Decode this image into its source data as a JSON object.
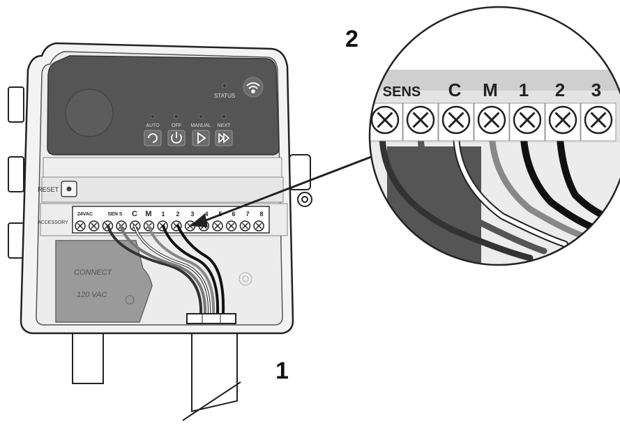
{
  "callouts": {
    "step1": "1",
    "step2": "2"
  },
  "panel": {
    "status_label": "STATUS",
    "buttons": [
      {
        "label": "AUTO",
        "icon": "refresh-icon"
      },
      {
        "label": "OFF",
        "icon": "power-icon"
      },
      {
        "label": "MANUAL",
        "icon": "play-icon"
      },
      {
        "label": "NEXT",
        "icon": "fast-forward-icon"
      }
    ],
    "wifi_icon": "wifi-icon"
  },
  "reset_label": "RESET",
  "accessory_label": "ACCESSORY",
  "terminal_labels": {
    "vac": "24VAC",
    "sens": "SEN S",
    "c": "C",
    "m": "M",
    "z1": "1",
    "z2": "2",
    "z3": "3",
    "z4": "4",
    "z5": "5",
    "z6": "6",
    "z7": "7",
    "z8": "8"
  },
  "cover_text": {
    "line1": "CONNECT",
    "line2": "120  VAC"
  },
  "zoom_labels": [
    "SENS",
    "C",
    "M",
    "1",
    "2",
    "3"
  ],
  "colors": {
    "outline": "#2a2a2a",
    "panel": "#555555",
    "wire_black": "#111111",
    "wire_gray": "#777777",
    "wire_white": "#ffffff"
  }
}
